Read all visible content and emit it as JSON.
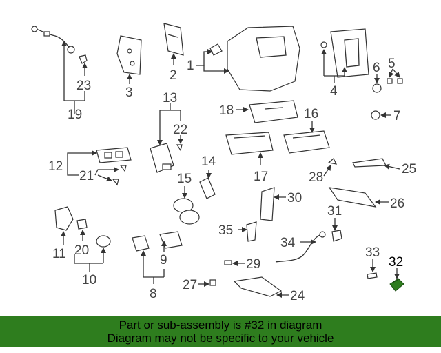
{
  "diagram": {
    "highlight_color": "#2e7d1e",
    "highlighted_part": "32",
    "callouts": [
      "1",
      "2",
      "3",
      "4",
      "5",
      "6",
      "7",
      "8",
      "9",
      "10",
      "11",
      "12",
      "13",
      "14",
      "15",
      "16",
      "17",
      "18",
      "19",
      "20",
      "21",
      "22",
      "23",
      "24",
      "25",
      "26",
      "27",
      "28",
      "29",
      "30",
      "31",
      "32",
      "33",
      "34",
      "35"
    ]
  },
  "banner": {
    "background": "#2e7d1e",
    "line1": "Part or sub-assembly is #32 in diagram",
    "line2": "Diagram may not be specific to your vehicle"
  }
}
